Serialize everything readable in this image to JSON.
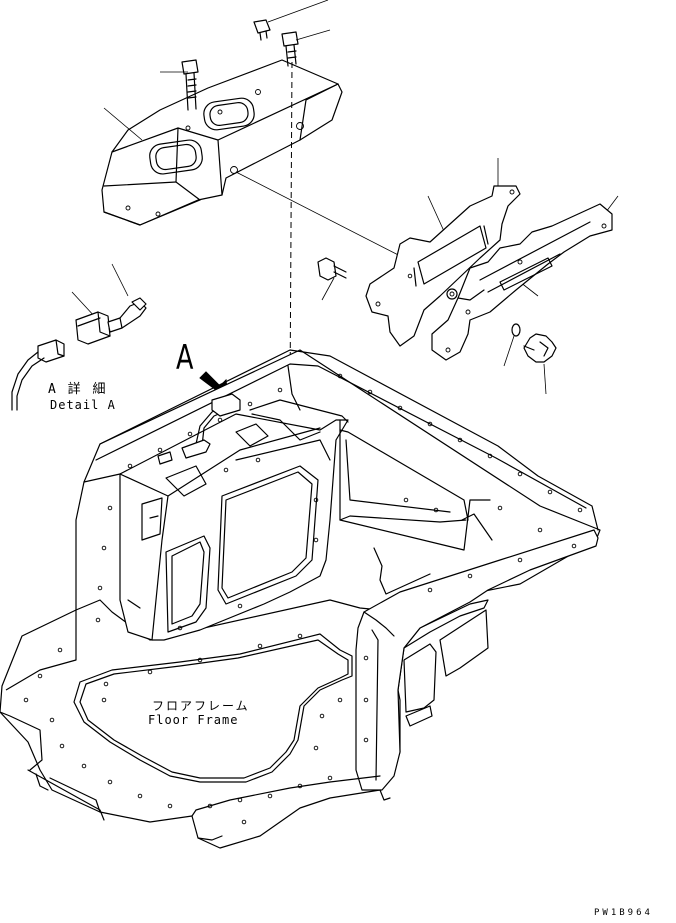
{
  "labels": {
    "detail_jp": "A 詳 細",
    "detail_en": "Detail A",
    "view_marker": "A",
    "floor_jp": "フロアフレーム",
    "floor_en": "Floor Frame",
    "drawing_id": "PW1B964"
  }
}
